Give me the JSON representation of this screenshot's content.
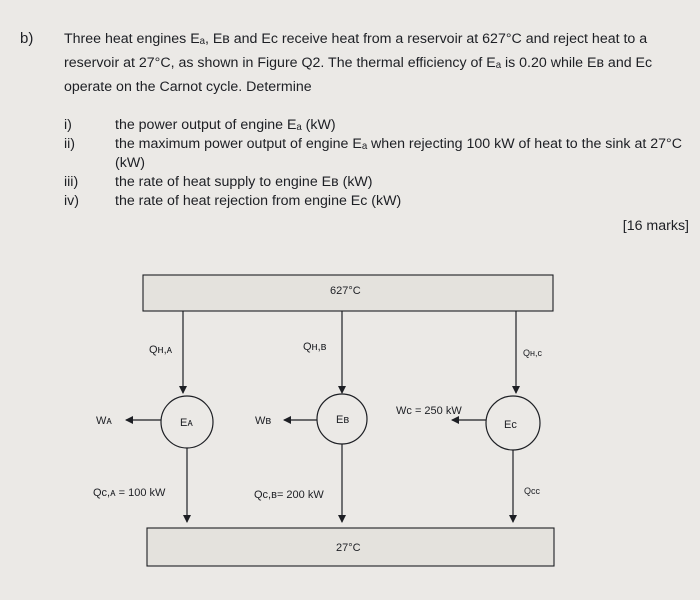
{
  "question": {
    "part": "b)",
    "intro_lines": [
      "Three heat engines Eₐ, Eʙ and Eᴄ receive heat from a reservoir at 627°C and reject heat to a",
      "reservoir at 27°C, as shown in Figure Q2. The thermal efficiency of Eₐ is 0.20 while Eʙ and Eᴄ",
      "operate on the Carnot cycle. Determine"
    ],
    "items": [
      {
        "num": "i)",
        "text": "the power output of engine Eₐ (kW)"
      },
      {
        "num": "ii)",
        "text": "the maximum power output of engine Eₐ when rejecting 100 kW of heat to the sink at 27°C (kW)"
      },
      {
        "num": "iii)",
        "text": "the rate of heat supply to engine Eʙ (kW)"
      },
      {
        "num": "iv)",
        "text": "the rate of heat rejection from engine Eᴄ (kW)"
      }
    ],
    "marks": "[16 marks]"
  },
  "figure": {
    "hot_reservoir": "627°C",
    "cold_reservoir": "27°C",
    "heat_in_a": "Qʜ,ᴀ",
    "heat_in_b": "Qʜ,ʙ",
    "heat_in_c": "Qʜ,ᴄ",
    "engine_a": "Eᴀ",
    "engine_b": "Eʙ",
    "engine_c": "Eᴄ",
    "work_a": "Wᴀ",
    "work_b": "Wʙ",
    "work_c": "Wᴄ = 250 kW",
    "heat_out_a": "Qᴄ,ᴀ = 100 kW",
    "heat_out_b": "Qᴄ,ʙ= 200 kW",
    "heat_out_c": "Qᴄᴄ"
  },
  "colors": {
    "ink": "#1d1f24",
    "reservoir_fill": "#e4e2dd",
    "background": "#ebe9e6"
  }
}
